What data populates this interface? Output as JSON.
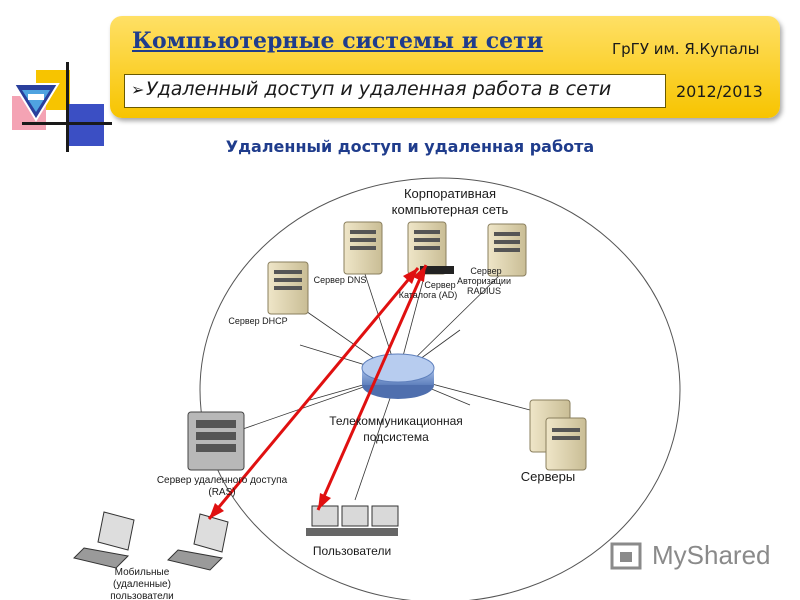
{
  "header": {
    "course_title": "Компьютерные системы и сети",
    "university": "ГрГУ им. Я.Купалы",
    "topic": "Удаленный доступ и удаленная работа в сети",
    "year": "2012/2013"
  },
  "slide_heading": "Удаленный доступ и удаленная работа",
  "diagram": {
    "corporate_network_line1": "Корпоративная",
    "corporate_network_line2": "компьютерная сеть",
    "dns_server": "Сервер DNS",
    "dhcp_server": "Сервер DHCP",
    "catalog_server_line1": "Сервер",
    "catalog_server_line2": "Каталога (AD)",
    "auth_server_line1": "Сервер",
    "auth_server_line2": "Авторизации",
    "auth_server_line3": "RADIUS",
    "telecom_line1": "Телекоммуникационная",
    "telecom_line2": "подсистема",
    "ras_line1": "Сервер удаленного доступа",
    "ras_line2": "(RAS)",
    "servers": "Серверы",
    "users": "Пользователи",
    "mobile_line1": "Мобильные",
    "mobile_line2": "(удаленные)",
    "mobile_line3": "пользователи"
  },
  "watermark": "MyShared",
  "colors": {
    "banner": "#f7c400",
    "title_blue": "#1f3c8c",
    "arrow_red": "#e01010",
    "hub_blue": "#7f9fd0"
  }
}
